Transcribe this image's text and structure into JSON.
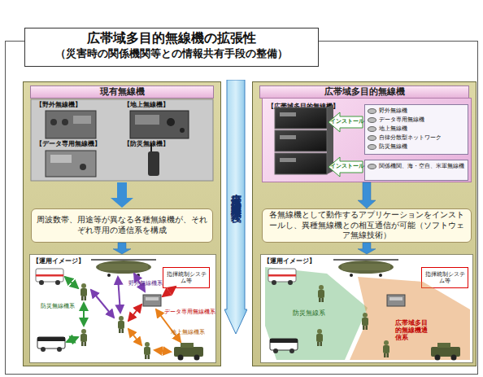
{
  "diagram": {
    "title": "広帯域多目的無線機の拡張性",
    "nodes": [
      {
        "text": [
          "現有無線機"
        ]
      },
      {
        "text": [
          "周波数帯、用途等が異なる各種無線機が、それぞれ専用の通信系を構成"
        ],
        "in": 0
      },
      {
        "text": [
          "【運用イメージ】"
        ],
        "in": 0
      },
      {
        "text": [
          "指揮統制システム等"
        ],
        "in": 2
      },
      {
        "text": [
          "広帯域多目的無線機導入後"
        ]
      },
      {
        "text": [
          "広帯域多目的無線機"
        ]
      },
      {
        "text": [
          "【広帯域多目的無線機】"
        ],
        "in": 5
      },
      {
        "text": [
          "野外無線機",
          "データ専用無線機",
          "地上無線機",
          "自律分散型ネットワーク",
          "防災無線機"
        ],
        "in": 6
      },
      {
        "text": [
          "関係機関、海・空自、米軍無線機"
        ],
        "in": 6
      },
      {
        "text": [
          "各無線機として動作するアプリケーションをインストールし、異種無線機との相互通信が可能（ソフトウェア無線技術）"
        ],
        "in": 5
      },
      {
        "text": [
          "【運用イメージ】"
        ],
        "in": 5
      },
      {
        "text": [
          "指揮統制システム等"
        ],
        "in": 10
      }
    ],
    "edges": [
      {
        "from": 1,
        "to": 2,
        "arrow": "to"
      },
      {
        "from": 6,
        "to": 9,
        "arrow": "to"
      },
      {
        "from": 9,
        "to": 10,
        "arrow": "to"
      }
    ],
    "labels": [
      "（災害時の関係機関等との情報共有手段の整備）",
      "【野外無線機】",
      "【地上無線機】",
      "【データ専用無線機】",
      "【防災無線機】",
      "防災無線機系",
      "野外無線機系",
      "データ専用無線機系",
      "地上無線機系",
      "インストール",
      "インストール",
      "防災無線系",
      "広帯域多目的無線機通信系"
    ]
  }
}
